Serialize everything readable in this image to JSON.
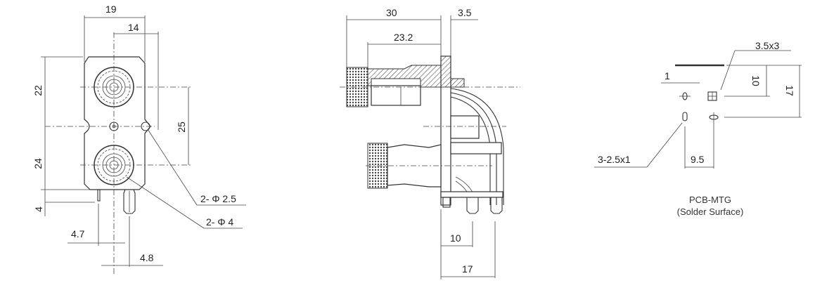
{
  "front_view": {
    "dims": {
      "width_overall": "19",
      "jack_to_edge": "14",
      "upper_height": "22",
      "lower_height": "24",
      "pin_height": "4",
      "jack_pitch": "25",
      "pin_offset_left": "4.7",
      "pin_offset_right": "4.8"
    },
    "callouts": {
      "small_holes": "2- Φ 2.5",
      "jack_holes": "2- Φ 4"
    }
  },
  "side_view": {
    "dims": {
      "overall_depth": "30",
      "panel_thickness": "3.5",
      "jack_depth": "23.2",
      "pin_spacing_1": "10",
      "pin_spacing_2": "17"
    }
  },
  "pcb_view": {
    "dims": {
      "slot_width": "1",
      "tab_y": "10",
      "pin_y": "17",
      "pin_x": "9.5"
    },
    "callouts": {
      "tab_hole": "3.5x3",
      "slot_holes": "3-2.5x1"
    },
    "caption_line1": "PCB-MTG",
    "caption_line2": "(Solder Surface)"
  }
}
